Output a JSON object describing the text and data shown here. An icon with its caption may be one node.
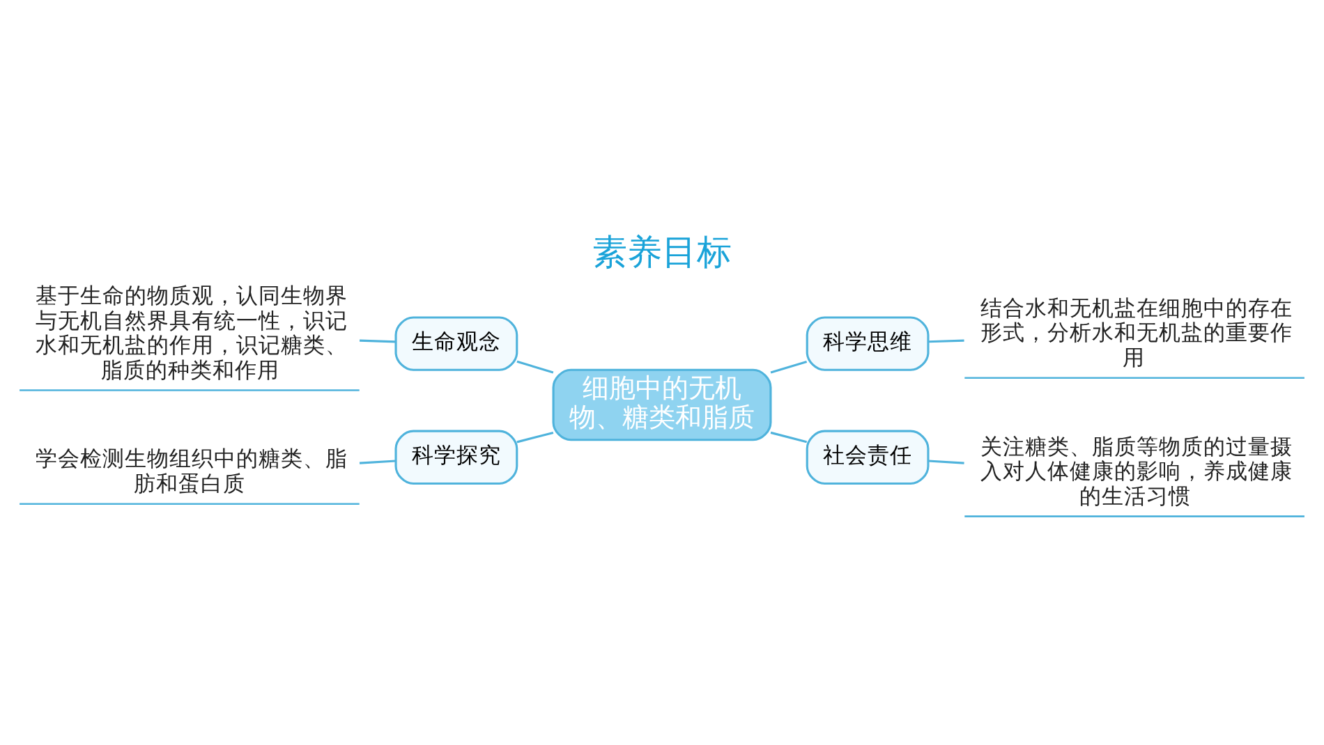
{
  "diagram": {
    "title": "素养目标",
    "nodes": [
      {
        "text": [
          "细胞中的无机物、糖类和脂质"
        ]
      },
      {
        "text": [
          "生命观念"
        ]
      },
      {
        "text": [
          "科学思维"
        ]
      },
      {
        "text": [
          "科学探究"
        ]
      },
      {
        "text": [
          "社会责任"
        ]
      },
      {
        "text": [
          "基于生命的物质观，认同生物界与无机自然界具有统一性，识记水和无机盐的作用，识记糖类、脂质的种类和作用"
        ]
      },
      {
        "text": [
          "结合水和无机盐在细胞中的存在形式，分析水和无机盐的重要作用"
        ]
      },
      {
        "text": [
          "学会检测生物组织中的糖类、脂肪和蛋白质"
        ]
      },
      {
        "text": [
          "关注糖类、脂质等物质的过量摄入对人体健康的影响，养成健康的生活习惯"
        ]
      }
    ],
    "edges": [
      {
        "from": 5,
        "to": 1,
        "arrow": "none"
      },
      {
        "from": 1,
        "to": 0,
        "arrow": "none"
      },
      {
        "from": 0,
        "to": 2,
        "arrow": "none"
      },
      {
        "from": 2,
        "to": 6,
        "arrow": "none"
      },
      {
        "from": 7,
        "to": 3,
        "arrow": "none"
      },
      {
        "from": 3,
        "to": 0,
        "arrow": "none"
      },
      {
        "from": 0,
        "to": 4,
        "arrow": "none"
      },
      {
        "from": 4,
        "to": 8,
        "arrow": "none"
      }
    ]
  }
}
